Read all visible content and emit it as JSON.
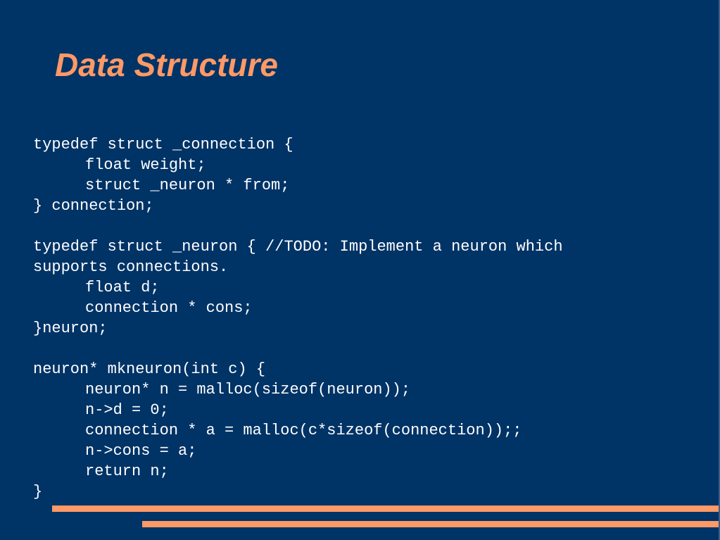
{
  "slide": {
    "title": "Data Structure",
    "code_lines": [
      "typedef struct _connection {",
      "float weight;",
      "struct _neuron * from;",
      "} connection;",
      "",
      "typedef struct _neuron { //TODO: Implement a neuron which",
      "supports connections.",
      "float d;",
      "connection * cons;",
      "}neuron;",
      "",
      "neuron* mkneuron(int c) {",
      "neuron* n = malloc(sizeof(neuron));",
      "n->d = 0;",
      "connection * a = malloc(c*sizeof(connection));;",
      "n->cons = a;",
      "return n;",
      "}"
    ]
  },
  "colors": {
    "background": "#003366",
    "accent": "#ff9966",
    "text": "#ffffff"
  }
}
